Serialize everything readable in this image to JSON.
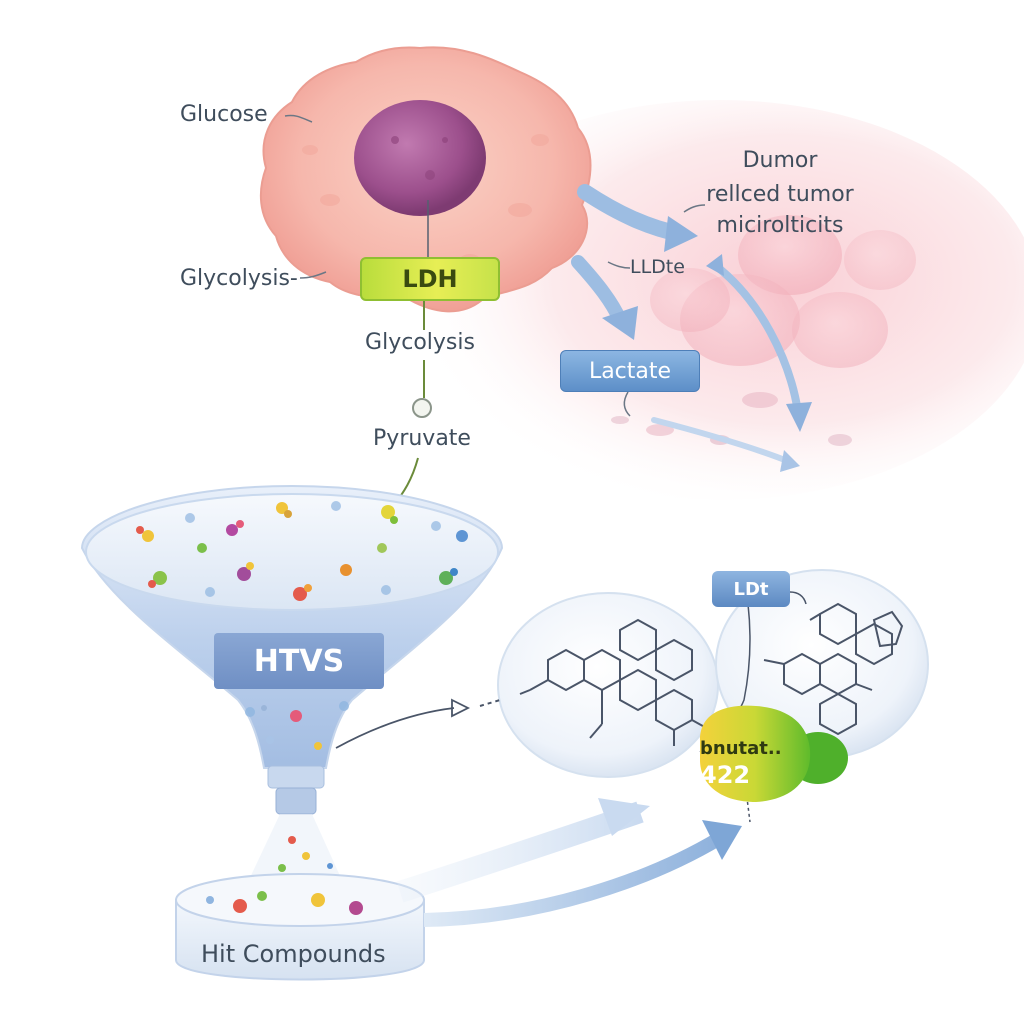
{
  "labels": {
    "glucose": "Glucose",
    "glycolysis_left": "Glycolysis-",
    "ldh": "LDH",
    "glycolysis_center": "Glycolysis",
    "pyruvate": "Pyruvate",
    "tumor_line1": "Dumor",
    "tumor_line2": "rellced tumor",
    "tumor_line3": "micirolticits",
    "ldte": "LLDte",
    "lactate": "Lactate",
    "htvs": "HTVS",
    "ldt_tag": "LDt",
    "compound_line1": "bnutat..",
    "compound_line2": "422",
    "hit_compounds": "Hit Compounds"
  },
  "colors": {
    "cell_body": "#f6b7ac",
    "nucleus": "#a0508f",
    "ldh_tag": "#cfe64a",
    "lactate_tag": "#6f9bd0",
    "htvs_tag": "#7897cb",
    "arrow": "#9dbde2",
    "tumor_background": "#fbdfe3",
    "compound_green": "#67c02e",
    "compound_yellow": "#f2d33a"
  },
  "icons": [
    "cell-icon",
    "nucleus-icon",
    "funnel-icon",
    "molecule-bubble-icon",
    "beaker-dish-icon",
    "arrow-icon"
  ]
}
